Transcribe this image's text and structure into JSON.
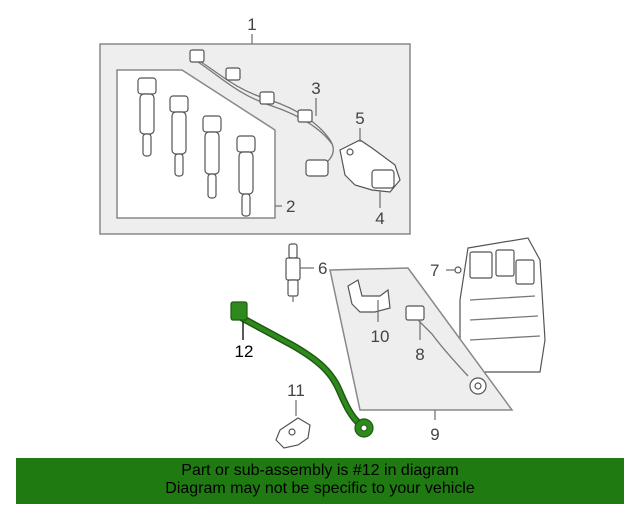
{
  "callouts": {
    "c1": "1",
    "c2": "2",
    "c3": "3",
    "c4": "4",
    "c5": "5",
    "c6": "6",
    "c7": "7",
    "c8": "8",
    "c9": "9",
    "c10": "10",
    "c11": "11",
    "c12": "12"
  },
  "banner": {
    "line1": "Part or sub-assembly is #12 in diagram",
    "line2": "Diagram may not be specific to your vehicle"
  },
  "colors": {
    "highlight": "#1f7a12",
    "banner_bg": "#1f7a12"
  }
}
